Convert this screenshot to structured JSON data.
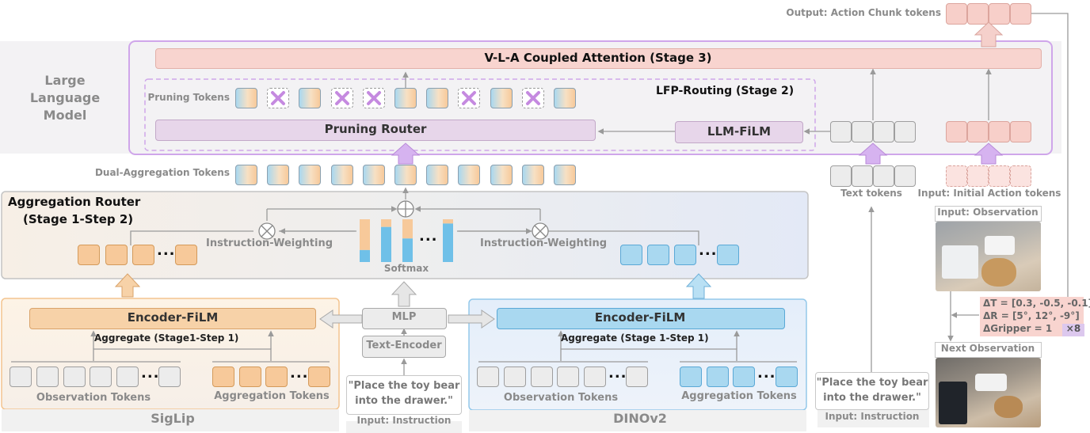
{
  "llm": {
    "label_lines": [
      "Large",
      "Language",
      "Model"
    ],
    "coupled_attention": "V-L-A Coupled Attention (Stage 3)",
    "lfp_routing": "LFP-Routing (Stage 2)",
    "pruning_tokens": "Pruning Tokens",
    "pruning_router": "Pruning Router",
    "llm_film": "LLM-FiLM"
  },
  "output_label": "Output: Action Chunk tokens",
  "dual_aggregation_tokens": "Dual-Aggregation Tokens",
  "aggregation_router": {
    "title_line1": "Aggregation Router",
    "title_line2": "(Stage 1-Step 2)",
    "weighting_left": "Instruction-Weighting",
    "weighting_right": "Instruction-Weighting",
    "softmax": "Softmax",
    "ellipsis": "..."
  },
  "siglip": {
    "name": "SigLip",
    "encoder_film": "Encoder-FiLM",
    "aggregate": "Aggregate (Stage1-Step 1)",
    "observation_tokens": "Observation Tokens",
    "aggregation_tokens": "Aggregation Tokens"
  },
  "dino": {
    "name": "DINOv2",
    "encoder_film": "Encoder-FiLM",
    "aggregate": "Aggregate (Stage 1-Step 1)",
    "observation_tokens": "Observation Tokens",
    "aggregation_tokens": "Aggregation Tokens"
  },
  "center": {
    "mlp": "MLP",
    "text_encoder": "Text-Encoder",
    "instruction_line1": "\"Place the toy bear",
    "instruction_line2": "into the drawer.\"",
    "input_instruction": "Input: Instruction"
  },
  "right": {
    "text_tokens": "Text tokens",
    "initial_action_tokens": "Input: Initial Action tokens",
    "input_observation": "Input: Observation",
    "next_observation": "Next Observation",
    "delta_t": "ΔT = [0.3, -0.5, -0.1]",
    "delta_r": "ΔR = [5°, 12°, -9°]",
    "delta_gripper": "ΔGripper = 1",
    "repeat": "×8",
    "instruction_line1": "\"Place the toy bear",
    "instruction_line2": "into the drawer.\"",
    "input_instruction": "Input: Instruction"
  },
  "softmax_bars": [
    {
      "orange": 0.72,
      "blue": 0.28
    },
    {
      "orange": 0.18,
      "blue": 0.82
    },
    {
      "orange": 0.45,
      "blue": 0.55
    },
    {
      "orange": 0.1,
      "blue": 0.9
    }
  ],
  "pruning_sequence": [
    "keep",
    "prune",
    "keep",
    "prune",
    "prune",
    "keep",
    "keep",
    "prune",
    "keep",
    "prune",
    "keep"
  ],
  "colors": {
    "llm_border": "#cfa6ea",
    "coupled_bar": "#f8d4cf",
    "router_fill": "#e7d6ea",
    "siglip_border": "#f3c48f",
    "dino_border": "#93c8ea",
    "highlight_arrow": "#d6b3f0"
  }
}
